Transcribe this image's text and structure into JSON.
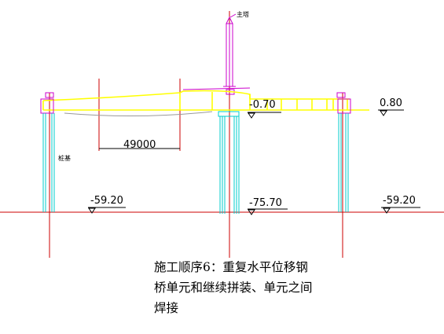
{
  "labels": {
    "pylon_tag": "主塔",
    "pier_tag": "桩基",
    "span_dim": "49000",
    "elev_deck_mid": "-0.70",
    "elev_deck_right": "0.80",
    "elev_pile_left": "-59.20",
    "elev_pile_mid": "-75.70",
    "elev_pile_right": "-59.20"
  },
  "caption": {
    "line1": "施工顺序6：重复水平位移钢",
    "line2": "桥单元和继续拼装、单元之间",
    "line3": "焊接"
  },
  "colors": {
    "deck": "#ffff00",
    "pylon": "#cc00cc",
    "pile": "#00cccc",
    "axis": "#cc0000",
    "dimension": "#000000"
  }
}
